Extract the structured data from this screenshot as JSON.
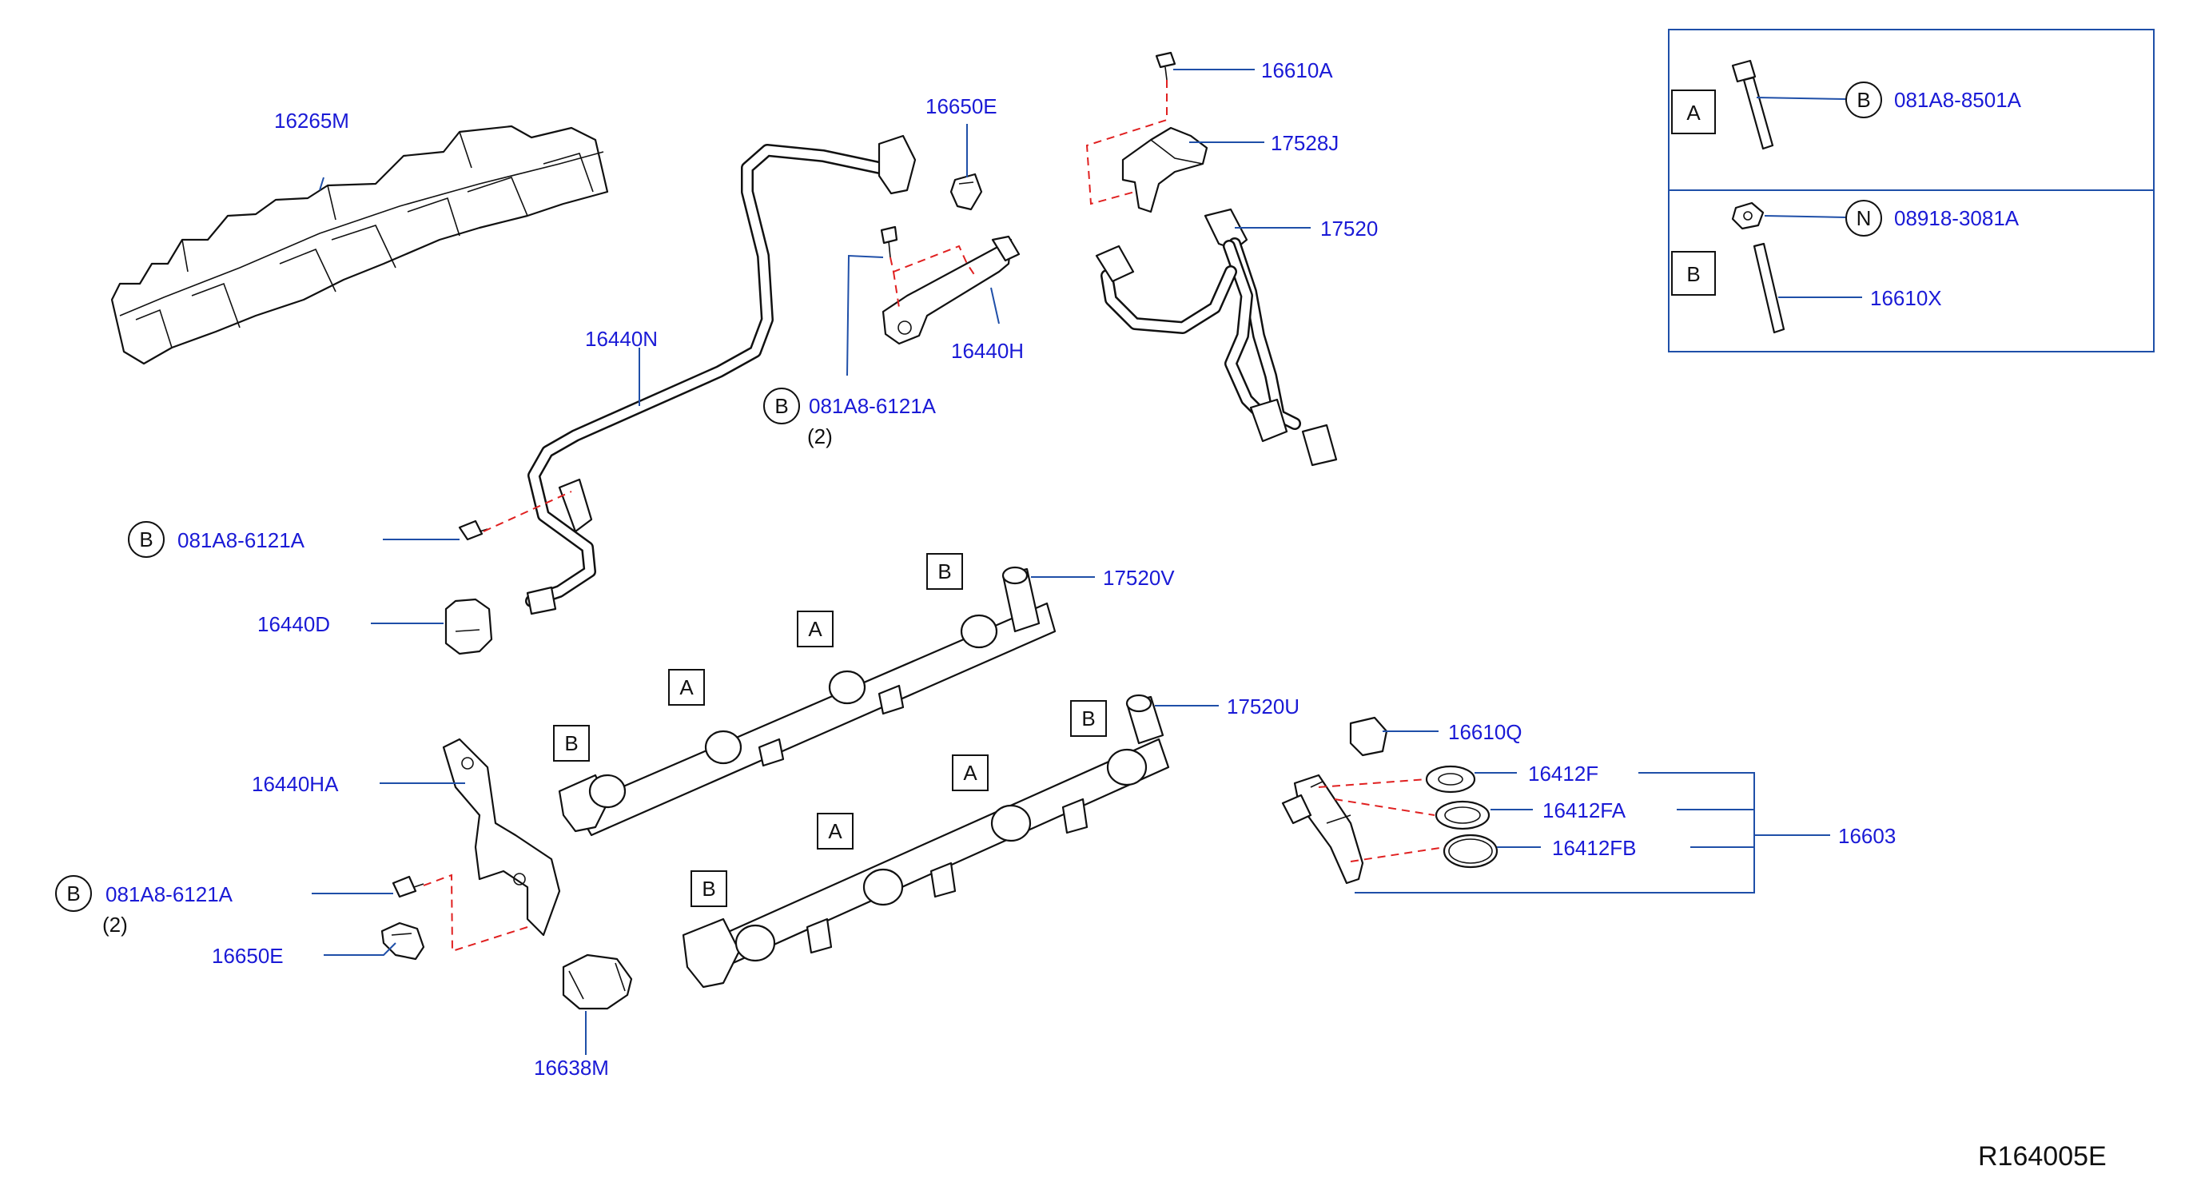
{
  "labels": {
    "p16265M": "16265M",
    "p16440N": "16440N",
    "p16650E_top": "16650E",
    "p16440H": "16440H",
    "p16610A": "16610A",
    "p17528J": "17528J",
    "p17520": "17520",
    "p081A8_6121A_top": "081A8-6121A",
    "p081A8_6121A_mid": "081A8-6121A",
    "p081A8_6121A_low": "081A8-6121A",
    "p16440D": "16440D",
    "p17520V": "17520V",
    "p17520U": "17520U",
    "p16610Q": "16610Q",
    "p16412F": "16412F",
    "p16412FA": "16412FA",
    "p16412FB": "16412FB",
    "p16603": "16603",
    "p16440HA": "16440HA",
    "p16650E_low": "16650E",
    "p16638M": "16638M",
    "qty_top": "(2)",
    "qty_low": "(2)"
  },
  "callouts": {
    "A": "A",
    "B": "B",
    "N": "N"
  },
  "legend": {
    "rowA_box": "A",
    "rowA_badge": "B",
    "rowA_part": "081A8-8501A",
    "rowB_box": "B",
    "rowB_badge": "N",
    "rowB_part1": "08918-3081A",
    "rowB_part2": "16610X"
  },
  "reference_code": "R164005E",
  "colors": {
    "label_blue": "#1a1ad6",
    "leader_blue": "#1f4fa8",
    "dash_red": "#e02020",
    "line_black": "#111111"
  }
}
